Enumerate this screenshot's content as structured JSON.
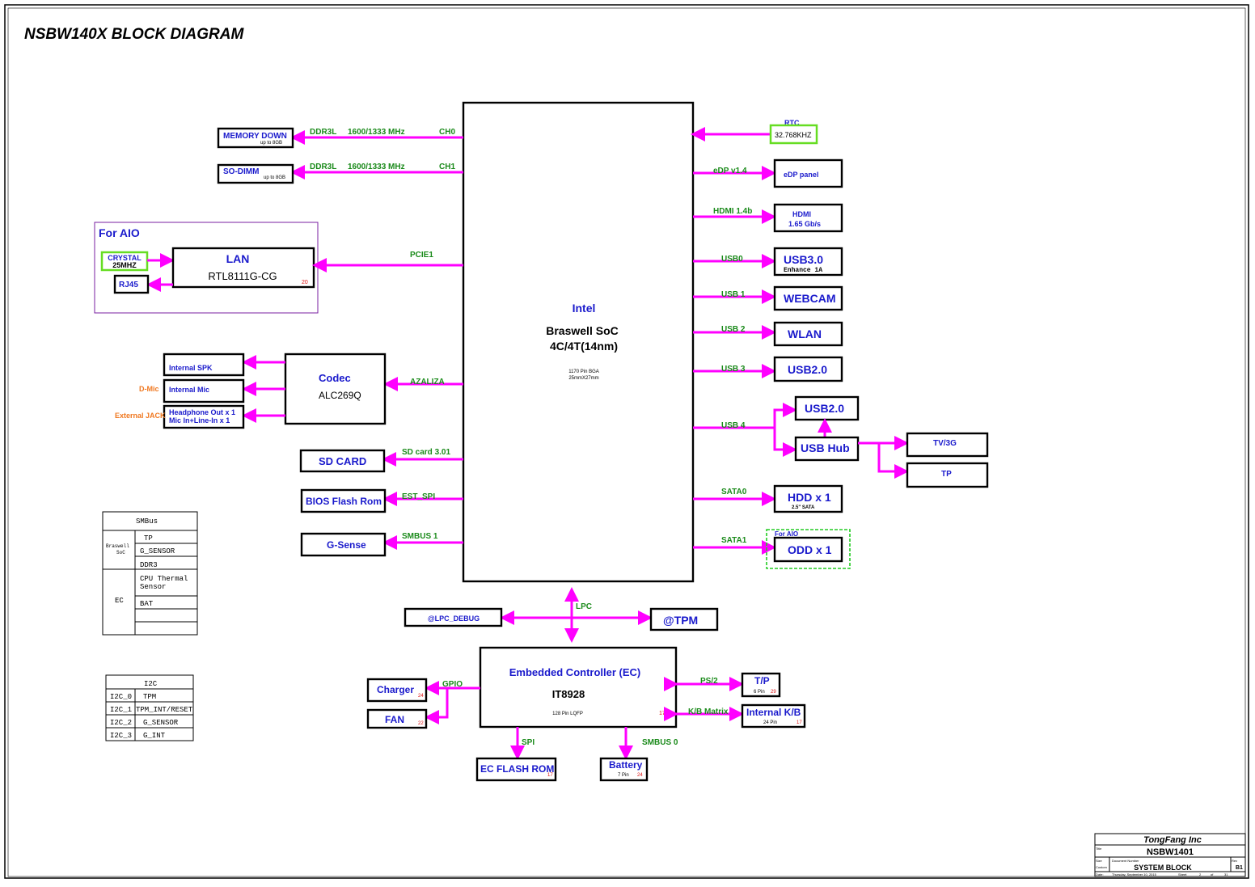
{
  "title": "NSBW140X  BLOCK DIAGRAM",
  "soc": {
    "vendor": "Intel",
    "name": "Braswell  SoC",
    "cores": "4C/4T(14nm)",
    "package": "1170 Pin BGA",
    "package_size": "25mmX27mm"
  },
  "memory": [
    {
      "name": "MEMORY DOWN",
      "sub": "up to 8GB",
      "bus": "DDR3L",
      "speed": "1600/1333 MHz",
      "channel": "CH0"
    },
    {
      "name": "SO-DIMM",
      "sub": "up to 8GB",
      "bus": "DDR3L",
      "speed": "1600/1333 MHz",
      "channel": "CH1"
    }
  ],
  "aio": {
    "label": "For AIO",
    "crystal": [
      "CRYSTAL",
      "25MHZ"
    ],
    "lan": "LAN",
    "lan_chip": "RTL8111G-CG",
    "lan_page": "20",
    "rj45": "RJ45",
    "bus": "PCIE1"
  },
  "codec": {
    "name": "Codec",
    "chip": "ALC269Q",
    "bus": "AZALIZA",
    "outputs": [
      {
        "label": "Internal SPK",
        "note": ""
      },
      {
        "label": "Internal Mic",
        "note": "D-Mic"
      },
      {
        "label": "Headphone Out x 1",
        "label2": "Mic In+Line-In x 1",
        "note": "External JACK"
      }
    ]
  },
  "left_peripherals": [
    {
      "label": "SD CARD",
      "bus": "SD card 3.01"
    },
    {
      "label": "BIOS Flash Rom",
      "bus": "EST_SPI"
    },
    {
      "label": "G-Sense",
      "bus": "SMBUS 1"
    }
  ],
  "right": {
    "rtc_label": "RTC",
    "rtc_crystal": "32.768KHZ",
    "edp_bus": "eDP v1.4",
    "edp": "eDP panel",
    "hdmi_bus": "HDMI 1.4b",
    "hdmi": "HDMI",
    "hdmi_rate": "1.65 Gb/s",
    "usb0_bus": "USB0",
    "usb30": "USB3.0",
    "usb30_sub": "Enhance 1A",
    "usb1_bus": "USB 1",
    "webcam": "WEBCAM",
    "usb2_bus": "USB 2",
    "wlan": "WLAN",
    "usb3_bus": "USB 3",
    "usb20a": "USB2.0",
    "usb4_bus": "USB 4",
    "usb20b": "USB2.0",
    "hub": "USB Hub",
    "tv3g": "TV/3G",
    "tp": "TP",
    "sata0_bus": "SATA0",
    "hdd": "HDD x 1",
    "hdd_sub": "2.5\" SATA",
    "sata1_bus": "SATA1",
    "odd_aio": "For AIO",
    "odd": "ODD x 1"
  },
  "lpc": {
    "bus": "LPC",
    "debug": "@LPC_DEBUG",
    "tpm": "@TPM"
  },
  "ec": {
    "name": "Embedded Controller (EC)",
    "chip": "IT8928",
    "package": "128 Pin LQFP",
    "page": "17",
    "gpio_bus": "GPIO",
    "charger": "Charger",
    "charger_page": "24",
    "fan": "FAN",
    "fan_page": "22",
    "ps2_bus": "PS/2",
    "tp": "T/P",
    "tp_sub": "6  Pin",
    "tp_page": "29",
    "kb_bus": "K/B Matrix",
    "kb": "Internal K/B",
    "kb_sub": "24 Pin",
    "kb_page": "17",
    "spi_bus": "SPI",
    "flash": "EC FLASH ROM",
    "flash_page": "17",
    "smbus_bus": "SMBUS 0",
    "battery": "Battery",
    "battery_sub": "7 Pin",
    "battery_page": "24"
  },
  "smbus_table": {
    "header": "SMBus",
    "groups": [
      {
        "owner": [
          "Braswell",
          "SoC"
        ],
        "rows": [
          "TP",
          "G_SENSOR",
          "DDR3"
        ]
      },
      {
        "owner": [
          "EC"
        ],
        "rows": [
          "CPU Thermal",
          "Sensor",
          "BAT",
          "",
          ""
        ]
      }
    ]
  },
  "i2c_table": {
    "header": "I2C",
    "rows": [
      {
        "bus": "I2C_0",
        "dev": "TPM"
      },
      {
        "bus": "I2C_1",
        "dev": "TPM_INT/RESET"
      },
      {
        "bus": "I2C_2",
        "dev": "G_SENSOR"
      },
      {
        "bus": "I2C_3",
        "dev": "G_INT"
      }
    ]
  },
  "title_block": {
    "company": "TongFang Inc",
    "title_label": "Title",
    "title": "NSBW1401",
    "size_label": "Size",
    "doc_label": "Document Number",
    "doc": "SYSTEM BLOCK",
    "rev_label": "Rev",
    "rev": "B1",
    "custom": "Custom",
    "date_label": "Date:",
    "date": "Thursday, September 10, 2015",
    "sheet_label": "Sheet",
    "sheet": "2",
    "of_label": "of",
    "sheets": "31"
  },
  "colors": {
    "bus": "#ff00ff",
    "label_blue": "#1a1acc",
    "label_green": "#1a8a1a",
    "note_orange": "#f07820",
    "crystal_green": "#66dd22",
    "aio_frame": "#7a1fa2"
  }
}
